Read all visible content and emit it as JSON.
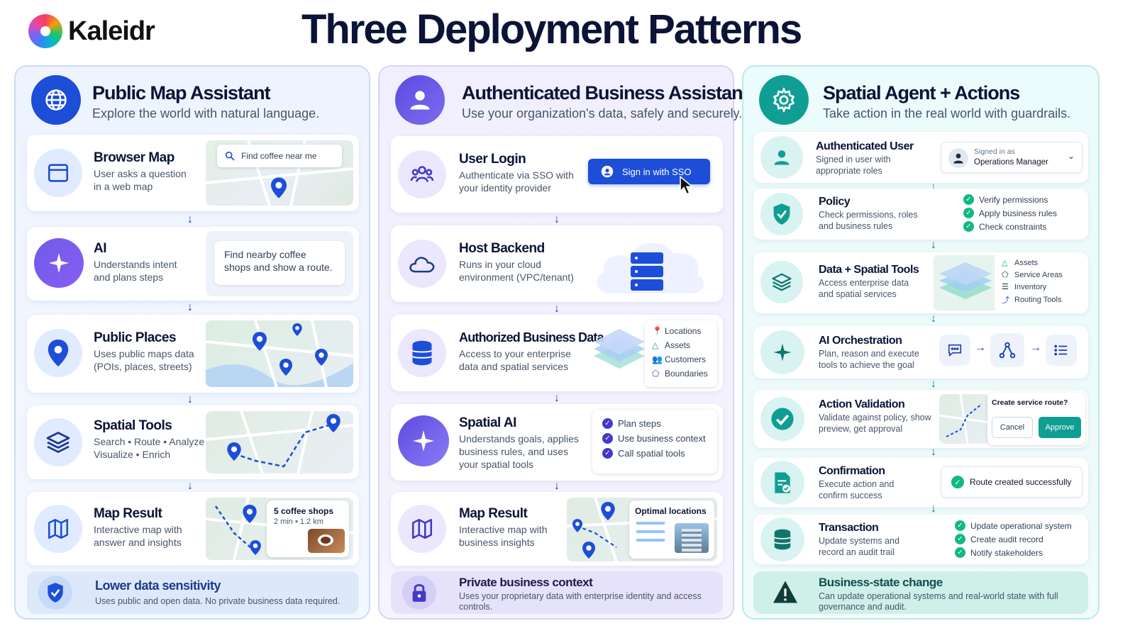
{
  "brand": {
    "name": "Kaleidr"
  },
  "title": "Three Deployment Patterns",
  "colors": {
    "blue": "#1d4ed8",
    "purple": "#6d5ce8",
    "teal": "#0f9e94",
    "arrow": "#1e40af"
  },
  "columns": [
    {
      "title": "Public Map Assistant",
      "subtitle": "Explore the world with natural language.",
      "icon": "globe-icon",
      "cards": [
        {
          "title": "Browser Map",
          "desc": "User asks a question in a web map",
          "icon": "browser-icon",
          "search": "Find coffee near me"
        },
        {
          "title": "AI",
          "desc": "Understands intent and plans steps",
          "icon": "sparkle-icon",
          "bubble": "Find nearby coffee shops and show a route."
        },
        {
          "title": "Public Places",
          "desc": "Uses public maps data (POIs, places, streets)",
          "icon": "pin-icon"
        },
        {
          "title": "Spatial Tools",
          "desc": "Search • Route • Analyze Visualize • Enrich",
          "icon": "layers-icon"
        },
        {
          "title": "Map Result",
          "desc": "Interactive map with answer and insights",
          "icon": "map-icon",
          "result_title": "5 coffee shops",
          "result_sub": "2 min • 1.2 km"
        }
      ],
      "bottom": {
        "title": "Lower data sensitivity",
        "desc": "Uses public and open data. No private business data required.",
        "icon": "shield-icon"
      }
    },
    {
      "title": "Authenticated Business Assistant",
      "subtitle": "Use your organization's data, safely and securely.",
      "icon": "user-icon",
      "cards": [
        {
          "title": "User Login",
          "desc": "Authenticate via SSO with your identity provider",
          "icon": "users-icon",
          "button": "Sign in with SSO"
        },
        {
          "title": "Host Backend",
          "desc": "Runs in your cloud environment (VPC/tenant)",
          "icon": "cloud-icon"
        },
        {
          "title": "Authorized Business Data",
          "desc": "Access to your enterprise data and spatial services",
          "icon": "database-icon",
          "list": [
            "Locations",
            "Assets",
            "Customers",
            "Boundaries"
          ]
        },
        {
          "title": "Spatial AI",
          "desc": "Understands goals, applies business rules, and uses your spatial tools",
          "icon": "sparkle-icon",
          "checks": [
            "Plan steps",
            "Use business context",
            "Call spatial tools"
          ]
        },
        {
          "title": "Map Result",
          "desc": "Interactive map with business insights",
          "icon": "map-icon",
          "result_title": "Optimal locations"
        }
      ],
      "bottom": {
        "title": "Private business context",
        "desc": "Uses your proprietary data with enterprise identity and access controls.",
        "icon": "lock-icon"
      }
    },
    {
      "title": "Spatial Agent + Actions",
      "subtitle": "Take action in the real world with guardrails.",
      "icon": "gear-icon",
      "cards": [
        {
          "title": "Authenticated User",
          "desc": "Signed in user with appropriate roles",
          "icon": "user-icon",
          "signed_label": "Signed in as",
          "signed_role": "Operations Manager"
        },
        {
          "title": "Policy",
          "desc": "Check permissions, roles and business rules",
          "icon": "shield-check-icon",
          "checks": [
            "Verify permissions",
            "Apply business rules",
            "Check constraints"
          ]
        },
        {
          "title": "Data + Spatial Tools",
          "desc": "Access enterprise data and spatial services",
          "icon": "layers-icon",
          "list": [
            "Assets",
            "Service Areas",
            "Inventory",
            "Routing Tools"
          ]
        },
        {
          "title": "AI Orchestration",
          "desc": "Plan, reason and execute tools to achieve the goal",
          "icon": "sparkle-icon"
        },
        {
          "title": "Action Validation",
          "desc": "Validate against policy, show preview, get approval",
          "icon": "check-circle-icon",
          "prompt": "Create service route?",
          "cancel": "Cancel",
          "approve": "Approve"
        },
        {
          "title": "Confirmation",
          "desc": "Execute action and confirm success",
          "icon": "document-check-icon",
          "toast": "Route created successfully"
        },
        {
          "title": "Transaction",
          "desc": "Update systems and record an audit trail",
          "icon": "database-icon",
          "checks": [
            "Update operational system",
            "Create audit record",
            "Notify stakeholders"
          ]
        }
      ],
      "bottom": {
        "title": "Business-state change",
        "desc": "Can update operational systems and real-world state with full governance and audit.",
        "icon": "warning-icon"
      }
    }
  ]
}
